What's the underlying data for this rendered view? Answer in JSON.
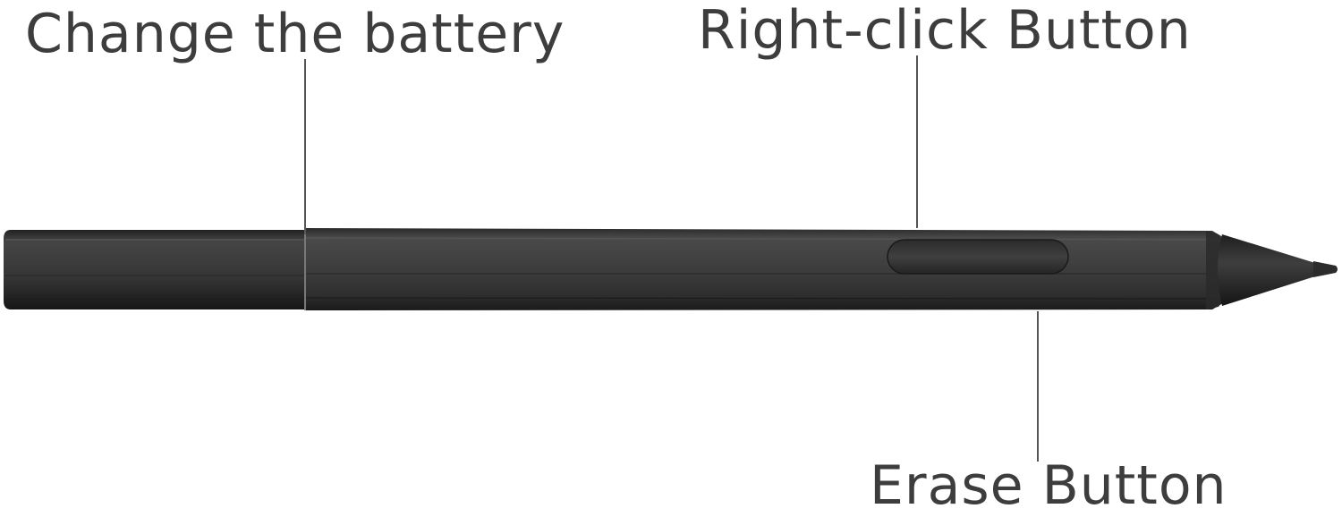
{
  "callouts": {
    "change_battery": "Change the battery",
    "right_click_button": "Right-click Button",
    "erase_button": "Erase Button"
  },
  "colors": {
    "label_text": "#3d3d3d",
    "pen_body": "#3a3a3a",
    "pen_shadow": "#1e1e1e",
    "leader_line": "#2a2a2a",
    "background": "#ffffff"
  }
}
